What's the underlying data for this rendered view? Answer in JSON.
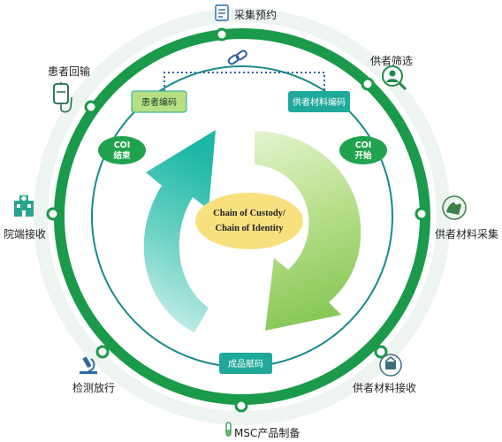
{
  "stations": {
    "top": "采集预约",
    "top_right": "供者筛选",
    "right": "供者材料采集",
    "bottom_right": "供者材料接收",
    "bottom": "MSC产品制备",
    "bottom_left": "检测放行",
    "left": "院端接收",
    "top_left": "患者回输"
  },
  "boxes": {
    "patient_code": "患者编码",
    "donor_code": "供者材料编码",
    "product_code": "成品赋码"
  },
  "coi_start": {
    "line1": "COI",
    "line2": "开始"
  },
  "coi_end": {
    "line1": "COI",
    "line2": "结束"
  },
  "center": {
    "line1": "Chain of Custody/",
    "line2": "Chain of  Identity"
  },
  "colors": {
    "ring": "#1a9a4a",
    "teal_box": "#1fa99a",
    "green_box": "#b6df84",
    "coi_pill": "#21a24f",
    "center_ellipse": "#f8e07f",
    "dotted_link": "#2f5ea6"
  }
}
